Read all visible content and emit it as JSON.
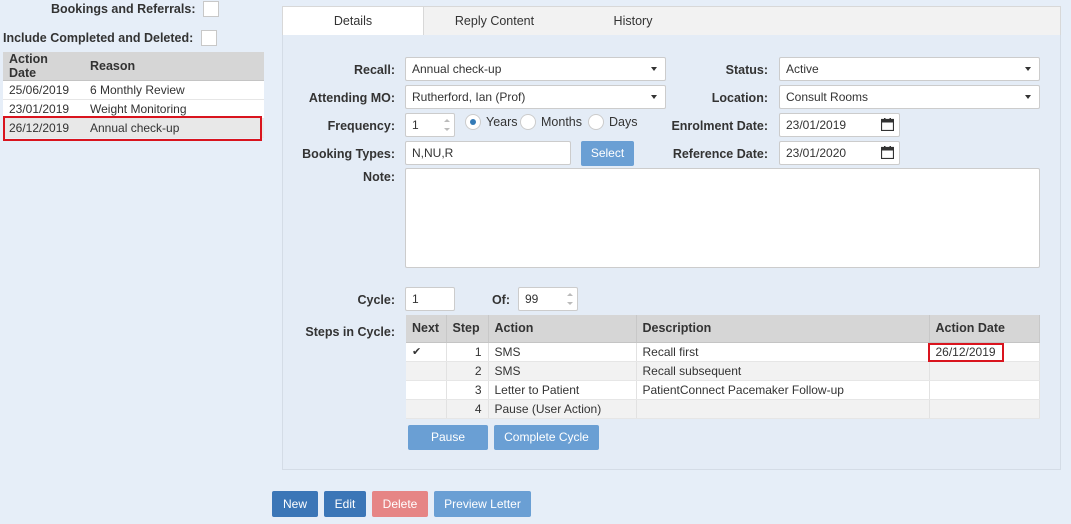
{
  "left": {
    "bookings_label": "Bookings and Referrals:",
    "include_label": "Include Completed and Deleted:",
    "columns": [
      "Action Date",
      "Reason"
    ],
    "rows": [
      {
        "date": "25/06/2019",
        "reason": "6 Monthly Review"
      },
      {
        "date": "23/01/2019",
        "reason": "Weight Monitoring"
      },
      {
        "date": "26/12/2019",
        "reason": "Annual check-up"
      }
    ]
  },
  "tabs": [
    "Details",
    "Reply Content",
    "History"
  ],
  "form": {
    "recall_label": "Recall:",
    "recall_value": "Annual check-up",
    "status_label": "Status:",
    "status_value": "Active",
    "mo_label": "Attending MO:",
    "mo_value": "Rutherford, Ian (Prof)",
    "location_label": "Location:",
    "location_value": "Consult Rooms",
    "frequency_label": "Frequency:",
    "frequency_value": "1",
    "radio_years": "Years",
    "radio_months": "Months",
    "radio_days": "Days",
    "enrolment_label": "Enrolment Date:",
    "enrolment_value": "23/01/2019",
    "booking_label": "Booking Types:",
    "booking_value": "N,NU,R",
    "select_button": "Select",
    "reference_label": "Reference Date:",
    "reference_value": "23/01/2020",
    "note_label": "Note:",
    "cycle_label": "Cycle:",
    "cycle_value": "1",
    "of_label": "Of:",
    "of_value": "99",
    "steps_label": "Steps in Cycle:"
  },
  "steps": {
    "columns": [
      "Next",
      "Step",
      "Action",
      "Description",
      "Action Date"
    ],
    "rows": [
      {
        "next": "✔",
        "step": "1",
        "action": "SMS",
        "description": "Recall first",
        "date": "26/12/2019"
      },
      {
        "next": "",
        "step": "2",
        "action": "SMS",
        "description": "Recall subsequent",
        "date": ""
      },
      {
        "next": "",
        "step": "3",
        "action": "Letter to Patient",
        "description": "PatientConnect Pacemaker Follow-up",
        "date": ""
      },
      {
        "next": "",
        "step": "4",
        "action": "Pause (User Action)",
        "description": "",
        "date": ""
      }
    ]
  },
  "buttons": {
    "pause": "Pause",
    "complete_cycle": "Complete Cycle",
    "new": "New",
    "edit": "Edit",
    "delete": "Delete",
    "preview": "Preview Letter"
  },
  "colors": {
    "highlight": "#d9141e",
    "primary": "#3b76b7",
    "primary_light": "#6a9fd4",
    "danger_light": "#e68585"
  }
}
